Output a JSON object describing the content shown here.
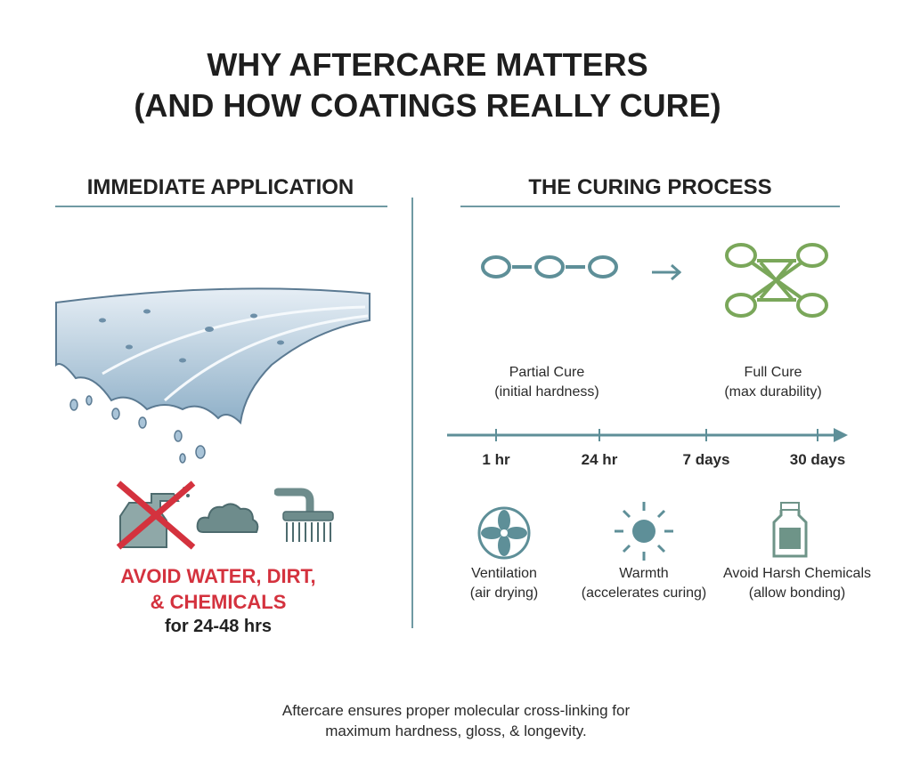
{
  "title": {
    "line1": "WHY AFTERCARE MATTERS",
    "line2": "(AND HOW COATINGS REALLY CURE)"
  },
  "left": {
    "heading": "IMMEDIATE APPLICATION",
    "warning_line1": "AVOID WATER, DIRT,",
    "warning_line2": "& CHEMICALS",
    "duration": "for 24-48 hrs"
  },
  "right": {
    "heading": "THE CURING PROCESS",
    "stages": [
      {
        "label": "Partial Cure",
        "sub": "(initial hardness)"
      },
      {
        "label": "Full Cure",
        "sub": "(max durability)"
      }
    ],
    "timeline": [
      "1 hr",
      "24 hr",
      "7 days",
      "30 days"
    ],
    "factors": [
      {
        "label": "Ventilation",
        "sub": "(air drying)",
        "icon": "fan-icon"
      },
      {
        "label": "Warmth",
        "sub": "(accelerates curing)",
        "icon": "sun-icon"
      },
      {
        "label": "Avoid Harsh Chemicals",
        "sub": "(allow bonding)",
        "icon": "bottle-icon"
      }
    ]
  },
  "footer": {
    "line1": "Aftercare ensures proper molecular cross-linking for",
    "line2": "maximum hardness, gloss, & longevity."
  },
  "colors": {
    "teal": "#5e8f98",
    "green": "#7aa75a",
    "red": "#d4323e"
  }
}
